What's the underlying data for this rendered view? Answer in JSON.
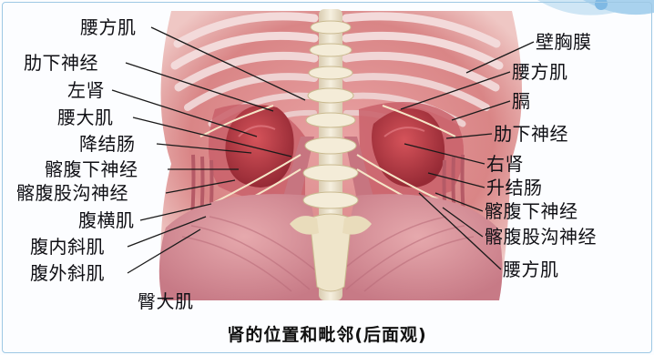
{
  "labels_left": {
    "l1": "腰方肌",
    "l2": "肋下神经",
    "l3": "左肾",
    "l4": "腰大肌",
    "l5": "降结肠",
    "l6": "髂腹下神经",
    "l7": "髂腹股沟神经",
    "l8": "腹横肌",
    "l9": "腹内斜肌",
    "l10": "腹外斜肌",
    "l11": "臀大肌"
  },
  "labels_right": {
    "r1": "壁胸膜",
    "r2": "腰方肌",
    "r3": "膈",
    "r4": "肋下神经",
    "r5": "右肾",
    "r6": "升结肠",
    "r7": "髂腹下神经",
    "r8": "髂腹股沟神经",
    "r9": "腰方肌"
  },
  "caption": "肾的位置和毗邻(后面观)",
  "colors": {
    "muscle": "#d9807f",
    "muscle_dark": "#b04a55",
    "kidney": "#b8363f",
    "bone": "#f2ead6",
    "skin_pink": "#efc4c4",
    "leader_line": "#1a1a1a",
    "frame_blue": "#9ec8e4"
  }
}
